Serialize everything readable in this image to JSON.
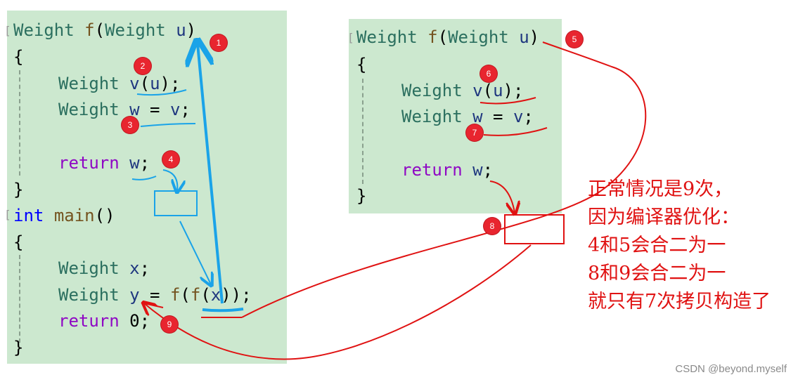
{
  "left_panel": {
    "line1": {
      "type": "Weight",
      "fn": "f",
      "paren_open": "(",
      "param_type": "Weight",
      "param": "u",
      "paren_close": ")"
    },
    "line2": "{",
    "line3": {
      "type": "Weight",
      "var": "v",
      "arg": "u",
      "rest": ";"
    },
    "line4": {
      "type": "Weight",
      "var": "w",
      "eq": " = ",
      "val": "v",
      "rest": ";"
    },
    "line5": {
      "kw": "return",
      "var": "w",
      "rest": ";"
    },
    "line6": "}",
    "line7": {
      "kw": "int",
      "fn": "main",
      "rest": "()"
    },
    "line8": "{",
    "line9": {
      "type": "Weight",
      "var": "x",
      "rest": ";"
    },
    "line10": {
      "type": "Weight",
      "var": "y",
      "eq": " = ",
      "f1": "f",
      "f2": "f",
      "arg": "x",
      "rest": "));"
    },
    "line11": {
      "kw": "return",
      "val": "0",
      "rest": ";"
    },
    "line12": "}"
  },
  "right_panel": {
    "line1": {
      "type": "Weight",
      "fn": "f",
      "paren_open": "(",
      "param_type": "Weight",
      "param": "u",
      "paren_close": ")"
    },
    "line2": "{",
    "line3": {
      "type": "Weight",
      "var": "v",
      "arg": "u",
      "rest": ";"
    },
    "line4": {
      "type": "Weight",
      "var": "w",
      "eq": " = ",
      "val": "v",
      "rest": ";"
    },
    "line5": {
      "kw": "return",
      "var": "w",
      "rest": ";"
    },
    "line6": "}"
  },
  "badges": [
    "1",
    "2",
    "3",
    "4",
    "5",
    "6",
    "7",
    "8",
    "9"
  ],
  "note": [
    "正常情况是9次，",
    "因为编译器优化：",
    "4和5会合二为一",
    "8和9会合二为一",
    "就只有7次拷贝构造了"
  ],
  "watermark": "CSDN @beyond.myself",
  "colors": {
    "panel": "#cce8cf",
    "annotation_blue": "#1aa3e8",
    "annotation_red": "#e01212",
    "badge": "#e8252f"
  }
}
